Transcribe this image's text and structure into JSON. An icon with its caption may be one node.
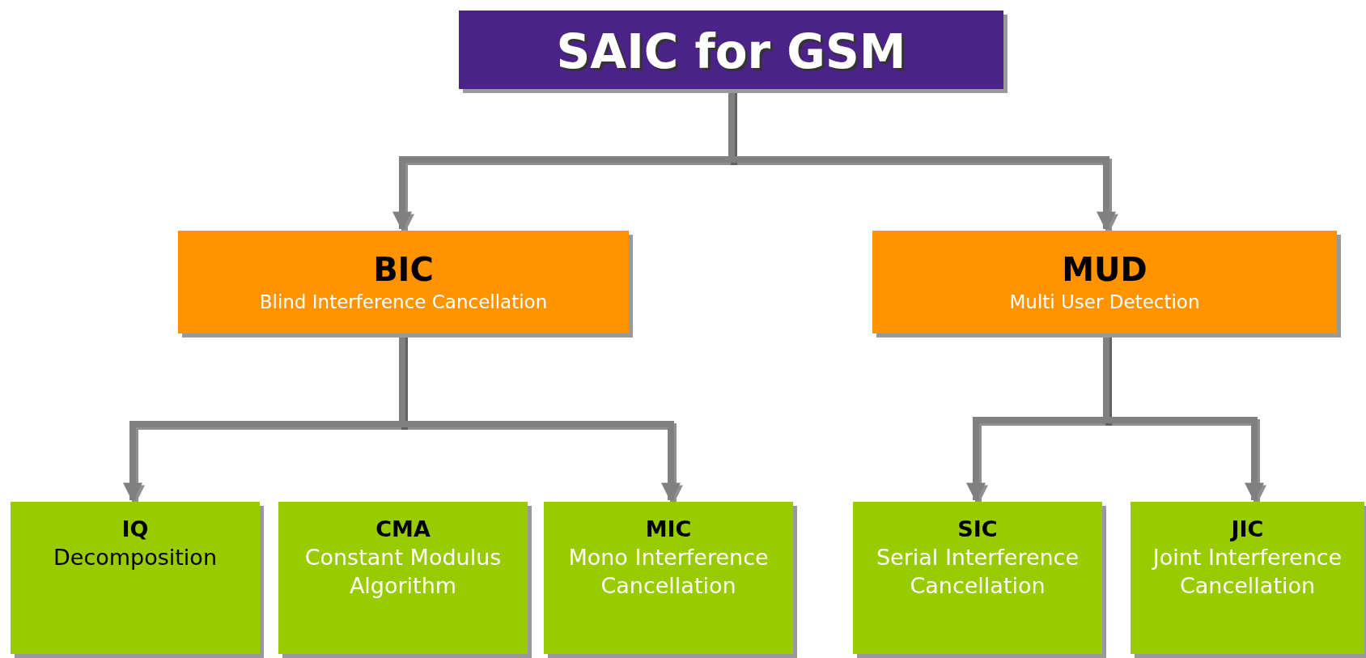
{
  "diagram": {
    "nodes": [
      {
        "text": [
          "SAIC for GSM"
        ]
      },
      {
        "text": [
          "BIC",
          "Blind Interference Cancellation"
        ]
      },
      {
        "text": [
          "MUD",
          "Multi User Detection"
        ]
      },
      {
        "text": [
          "IQ",
          "Decomposition"
        ]
      },
      {
        "text": [
          "CMA",
          "Constant Modulus Algorithm"
        ]
      },
      {
        "text": [
          "MIC",
          "Mono Interference Cancellation"
        ]
      },
      {
        "text": [
          "SIC",
          "Serial Interference Cancellation"
        ]
      },
      {
        "text": [
          "JIC",
          "Joint Interference Cancellation"
        ]
      }
    ],
    "edges": [
      {
        "from": 0,
        "to": 1,
        "arrow": "to"
      },
      {
        "from": 0,
        "to": 2,
        "arrow": "to"
      },
      {
        "from": 1,
        "to": 3,
        "arrow": "to"
      },
      {
        "from": 1,
        "to": 4,
        "arrow": "to"
      },
      {
        "from": 1,
        "to": 5,
        "arrow": "to"
      },
      {
        "from": 2,
        "to": 6,
        "arrow": "to"
      },
      {
        "from": 2,
        "to": 7,
        "arrow": "to"
      }
    ]
  }
}
